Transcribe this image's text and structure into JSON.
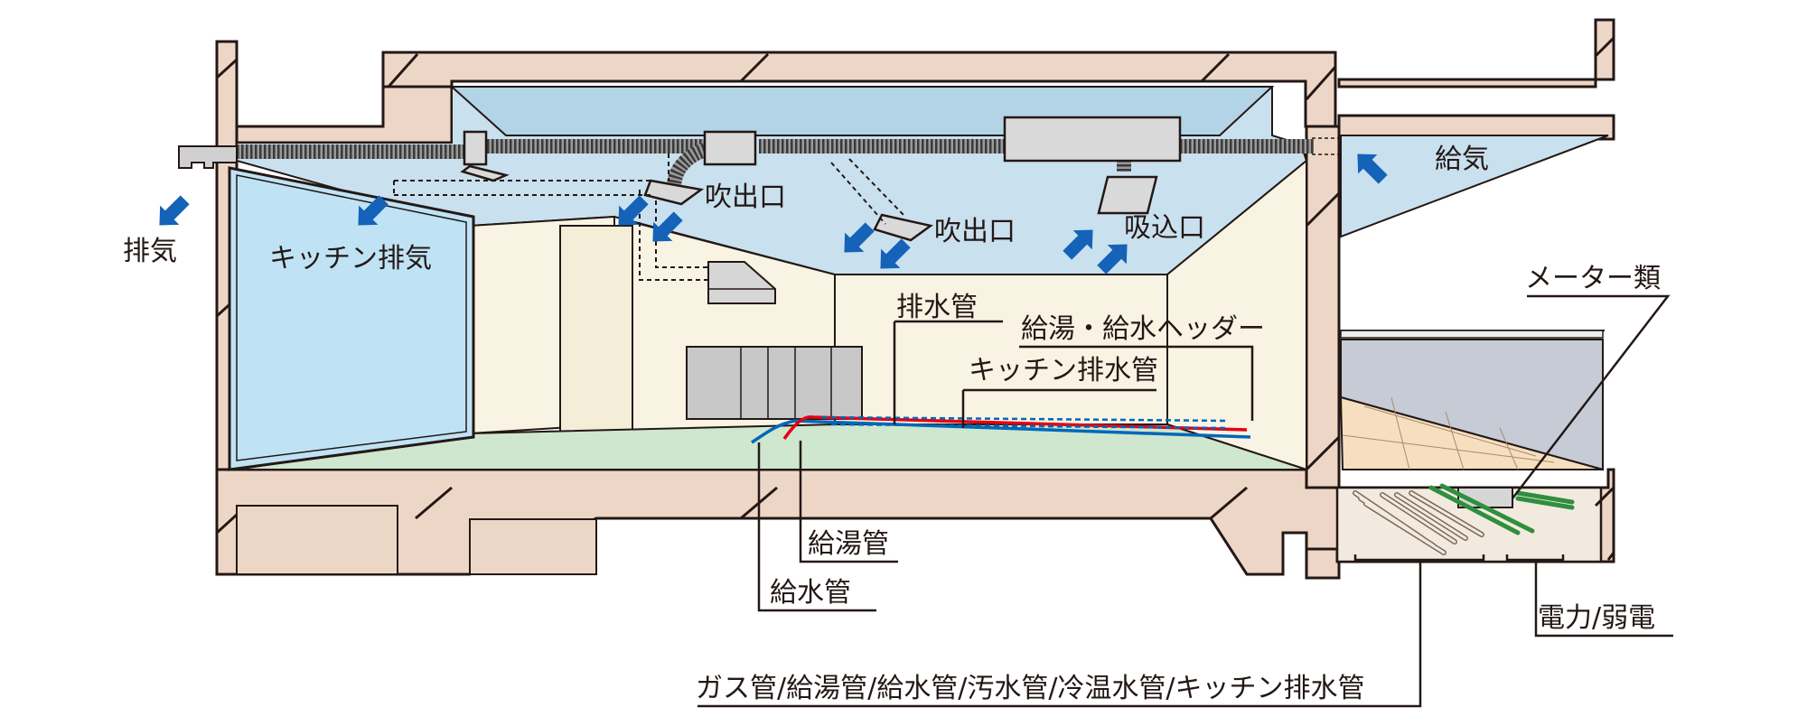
{
  "labels": {
    "exhaust": "排気",
    "kitchen_exhaust": "キッチン排気",
    "outlet_1": "吹出口",
    "outlet_2": "吹出口",
    "intake_port": "吸込口",
    "supply_air": "給気",
    "meters": "メーター類",
    "drain_pipe": "排水管",
    "header": "給湯・給水ヘッダー",
    "kitchen_drain": "キッチン排水管",
    "hot_water_pipe": "給湯管",
    "water_pipe": "給水管",
    "power_low_voltage": "電力/弱電",
    "pipes_list": "ガス管/給湯管/給水管/汚水管/冷温水管/キッチン排水管"
  },
  "colors": {
    "frame": "#eed6c7",
    "ceiling": "#c9e0ee",
    "wall": "#f8f3e3",
    "floor": "#cfe6cf",
    "window": "#bfe3f5",
    "arrow": "#1463b8",
    "hot_pipe": "#e60012",
    "cold_pipe": "#0068b7",
    "pit": "#f3eadf",
    "deck": "#f6dfbf"
  },
  "icons": [
    "airflow-arrow-icon",
    "duct-unit-icon",
    "range-hood-icon",
    "meter-box-icon"
  ]
}
